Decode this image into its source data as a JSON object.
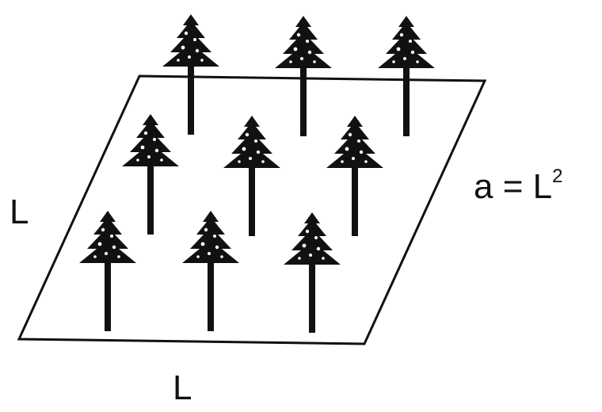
{
  "labels": {
    "side_left": "L",
    "side_bottom": "L",
    "formula_prefix": "a = L",
    "formula_exponent": "2"
  },
  "trees": {
    "count": 9,
    "icon": "pine-tree-icon"
  },
  "colors": {
    "ink": "#111111",
    "background": "#ffffff"
  }
}
